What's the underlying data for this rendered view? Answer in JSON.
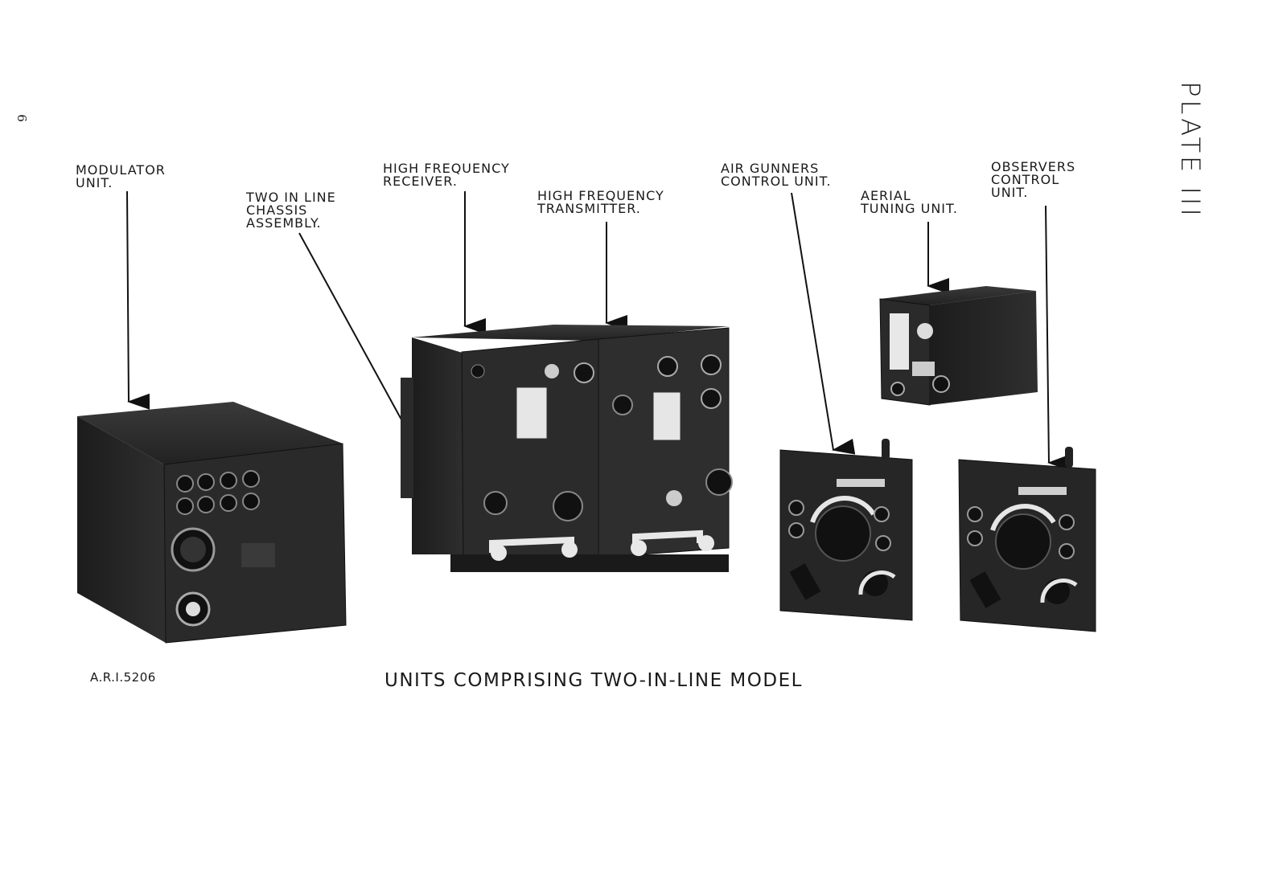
{
  "page": {
    "page_number": "6",
    "plate_title": "PLATE III",
    "reference": "A.R.I.5206",
    "caption": "UNITS COMPRISING TWO-IN-LINE MODEL"
  },
  "callouts": {
    "modulator_unit": "MODULATOR\nUNIT.",
    "two_in_line_chassis": "TWO IN LINE\nCHASSIS\nASSEMBLY.",
    "hf_receiver": "HIGH FREQUENCY\nRECEIVER.",
    "hf_transmitter": "HIGH FREQUENCY\nTRANSMITTER.",
    "air_gunners_control": "AIR GUNNERS\nCONTROL UNIT.",
    "aerial_tuning": "AERIAL\nTUNING UNIT.",
    "observers_control": "OBSERVERS\nCONTROL\nUNIT."
  }
}
